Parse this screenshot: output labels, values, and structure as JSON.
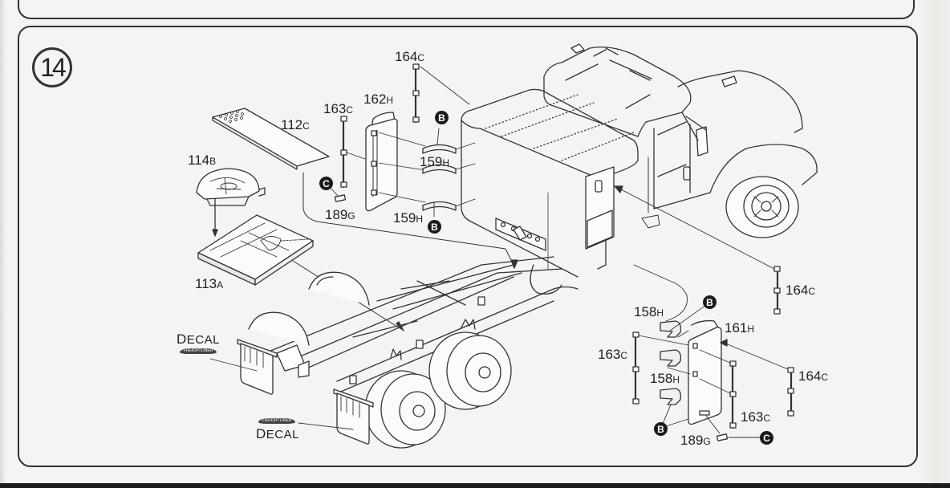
{
  "step": {
    "number": "14"
  },
  "parts": [
    {
      "id": "p164c-top",
      "num": "164",
      "suffix": "C"
    },
    {
      "id": "p163c-left",
      "num": "163",
      "suffix": "C"
    },
    {
      "id": "p162h",
      "num": "162",
      "suffix": "H"
    },
    {
      "id": "p112c",
      "num": "112",
      "suffix": "C"
    },
    {
      "id": "p114b",
      "num": "114",
      "suffix": "B"
    },
    {
      "id": "p159h-upper",
      "num": "159",
      "suffix": "H"
    },
    {
      "id": "p159h-lower",
      "num": "159",
      "suffix": "H"
    },
    {
      "id": "p189g-left",
      "num": "189",
      "suffix": "G"
    },
    {
      "id": "p113a",
      "num": "113",
      "suffix": "A"
    },
    {
      "id": "p164c-mid",
      "num": "164",
      "suffix": "C"
    },
    {
      "id": "p158h-upper",
      "num": "158",
      "suffix": "H"
    },
    {
      "id": "p161h",
      "num": "161",
      "suffix": "H"
    },
    {
      "id": "p163c-right",
      "num": "163",
      "suffix": "C"
    },
    {
      "id": "p158h-lower",
      "num": "158",
      "suffix": "H"
    },
    {
      "id": "p164c-low",
      "num": "164",
      "suffix": "C"
    },
    {
      "id": "p163c-low",
      "num": "163",
      "suffix": "C"
    },
    {
      "id": "p189g-right",
      "num": "189",
      "suffix": "G"
    }
  ],
  "glue_badges": {
    "b": "B",
    "c": "C"
  },
  "decals": {
    "label_first": "D",
    "label_rest": "ECAL",
    "logo_text": "FREIGHTLINER"
  },
  "colors": {
    "line": "#333333",
    "paper": "#f4f4f2",
    "badge": "#1a1a1a"
  }
}
